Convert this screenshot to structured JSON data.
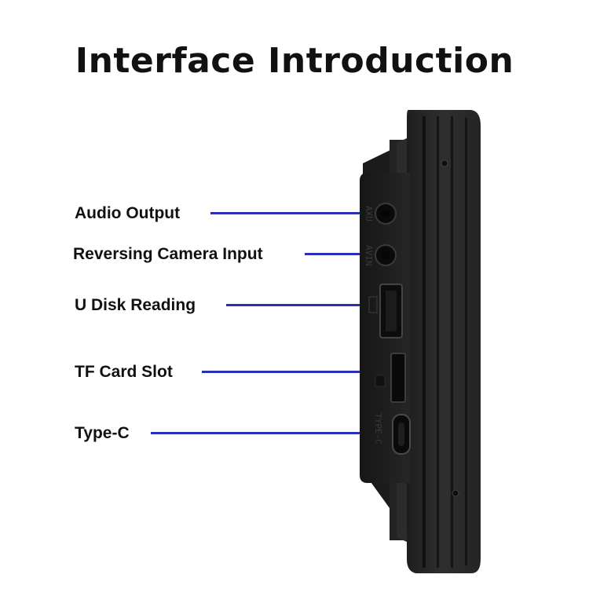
{
  "title": "Interface Introduction",
  "colors": {
    "leader_line": "#2a2fb8",
    "device_body": "#2b2b2b",
    "background": "#ffffff"
  },
  "callouts": [
    {
      "label": "Audio Output"
    },
    {
      "label": "Reversing Camera Input"
    },
    {
      "label": "U Disk Reading"
    },
    {
      "label": "TF Card Slot"
    },
    {
      "label": "Type-C"
    }
  ],
  "device": {
    "port_markings": [
      "AXU",
      "AVIN",
      "TYPE-C"
    ]
  }
}
